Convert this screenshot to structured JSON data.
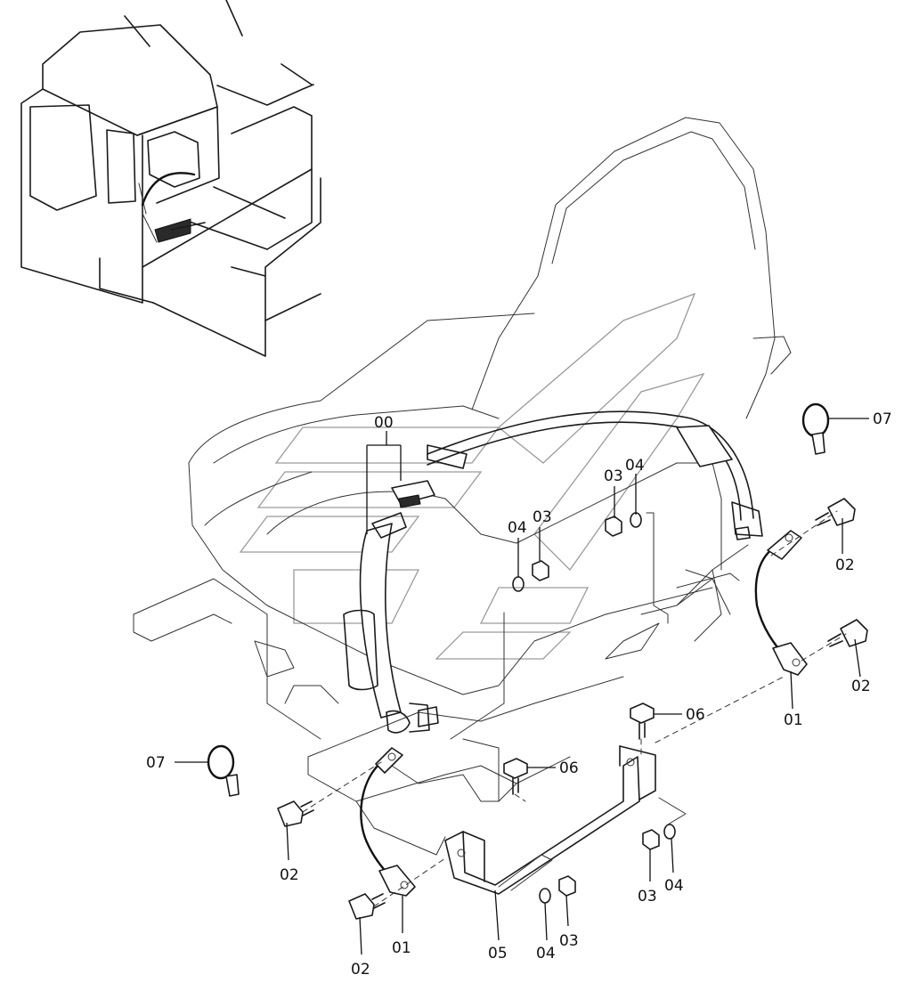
{
  "diagram": {
    "labels": {
      "group_00": "00",
      "cable_right": "01",
      "cable_left": "01",
      "bolt_right_upper": "02",
      "bolt_right_lower": "02",
      "bolt_left_upper": "02",
      "bolt_left_lower": "02",
      "nut_a": "03",
      "nut_b": "03",
      "nut_c": "03",
      "nut_d": "03",
      "washer_a": "04",
      "washer_b": "04",
      "washer_c": "04",
      "washer_d": "04",
      "bracket": "05",
      "bolt_flange_upper": "06",
      "bolt_flange_lower": "06",
      "clamp_right": "07",
      "clamp_left": "07"
    }
  }
}
